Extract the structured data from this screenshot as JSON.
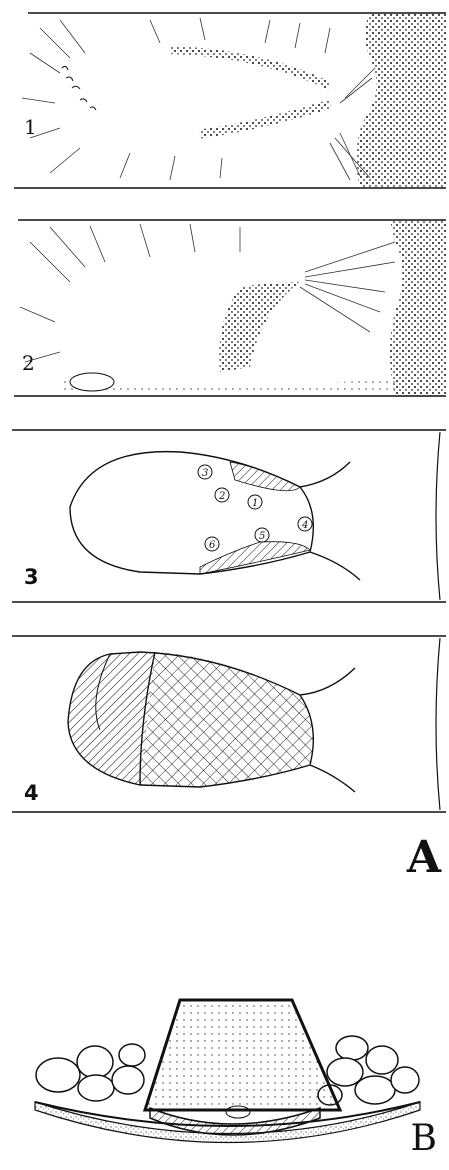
{
  "section_a": {
    "label": "A",
    "panels": [
      {
        "number": "1"
      },
      {
        "number": "2"
      },
      {
        "number": "3",
        "markers": [
          "1",
          "2",
          "3",
          "4",
          "5",
          "6"
        ]
      },
      {
        "number": "4"
      }
    ]
  },
  "section_b": {
    "label": "B"
  }
}
